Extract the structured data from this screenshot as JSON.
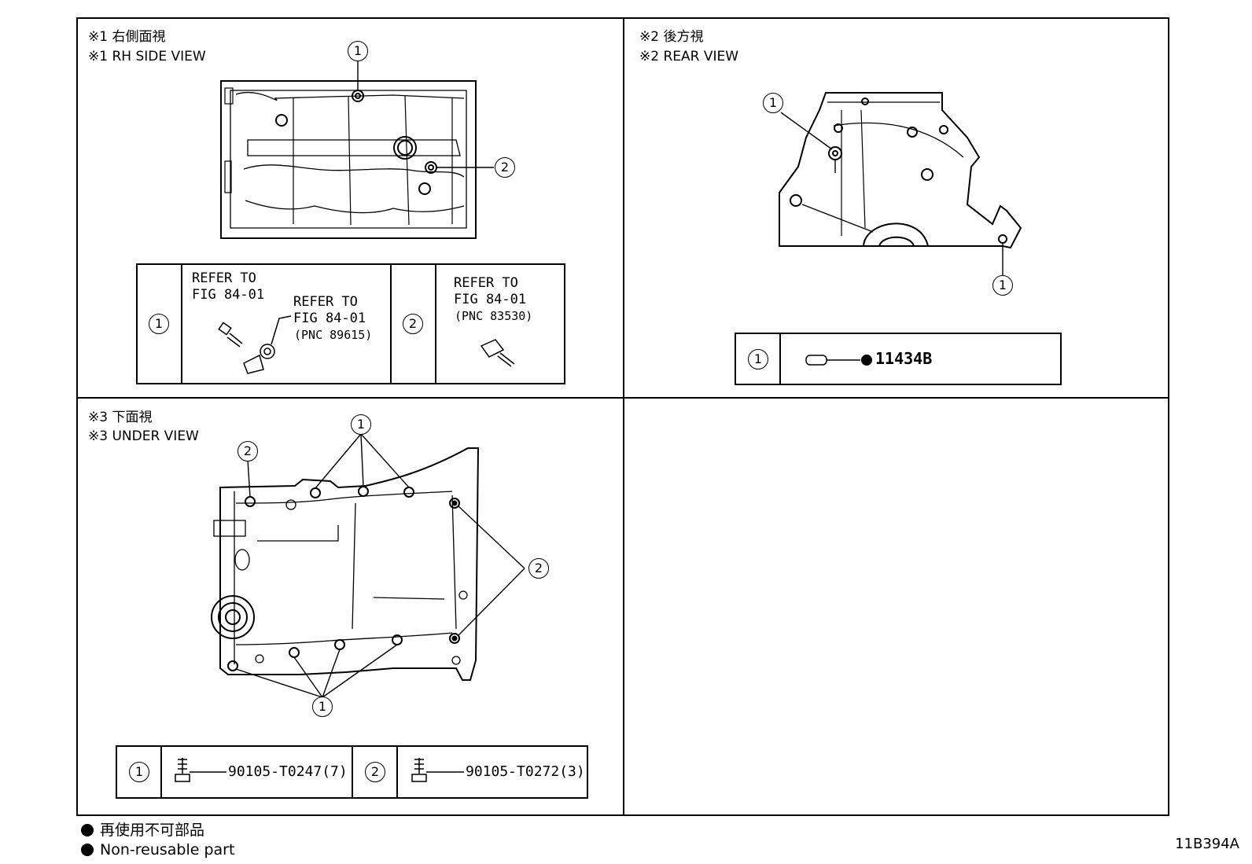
{
  "views": {
    "rh_side": {
      "caption_jp": "※1 右側面視",
      "caption_en": "※1 RH SIDE VIEW"
    },
    "rear": {
      "caption_jp": "※2 後方視",
      "caption_en": "※2 REAR VIEW"
    },
    "under": {
      "caption_jp": "※3 下面視",
      "caption_en": "※3 UNDER VIEW"
    }
  },
  "callouts": {
    "one": "1",
    "two": "2"
  },
  "rh_table": {
    "ref_a_line1": "REFER TO",
    "ref_a_line2": "FIG 84-01",
    "ref_b_line1": "REFER TO",
    "ref_b_line2": "FIG 84-01",
    "ref_b_pnc": "(PNC 89615)",
    "ref_c_line1": "REFER TO",
    "ref_c_line2": "FIG 84-01",
    "ref_c_pnc": "(PNC 83530)"
  },
  "rear_table": {
    "part": "11434B"
  },
  "under_table": {
    "part1": "90105-T0247(7)",
    "part2": "90105-T0272(3)"
  },
  "legend": {
    "jp": "再使用不可部品",
    "en": "Non-reusable part"
  },
  "figure_code": "11B394A"
}
